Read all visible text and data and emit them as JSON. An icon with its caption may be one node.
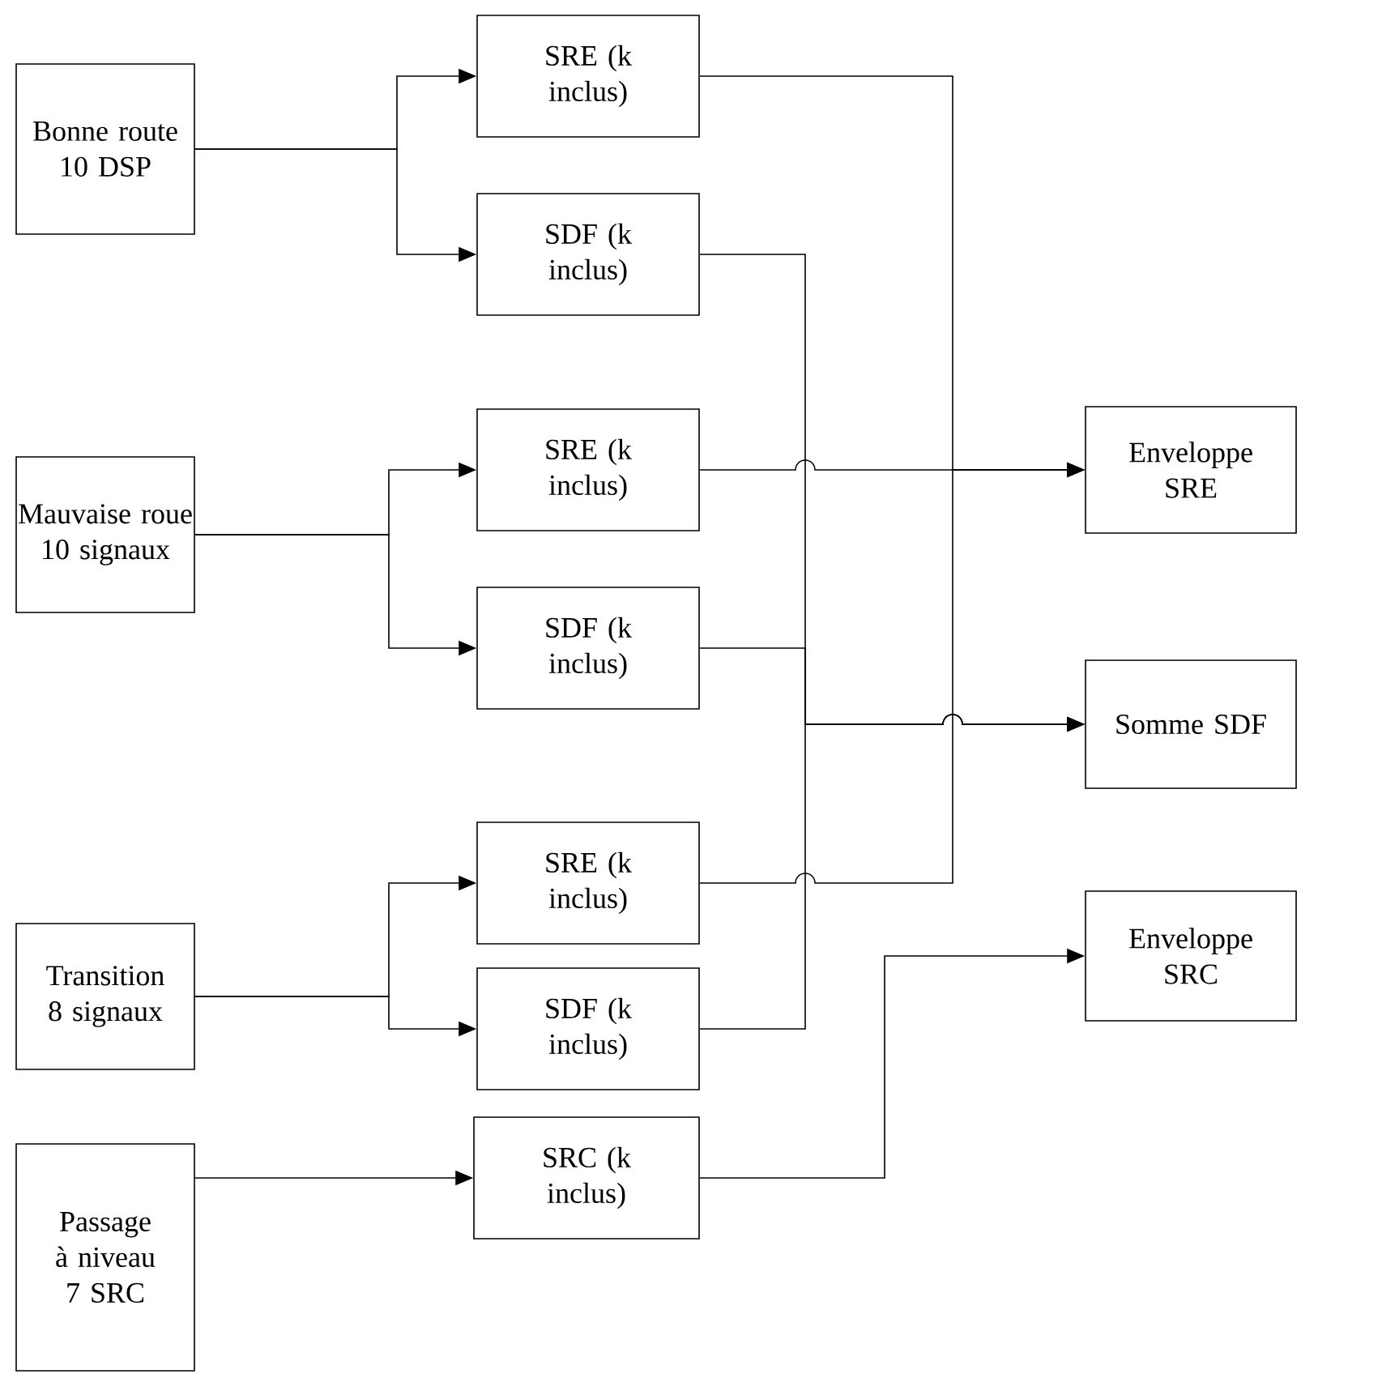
{
  "diagram": {
    "nodes": [
      {
        "text": [
          "Bonne route 10 DSP"
        ]
      },
      {
        "text": [
          "SRE (k inclus)"
        ]
      },
      {
        "text": [
          "SDF (k inclus)"
        ]
      },
      {
        "text": [
          "Mauvaise roue 10 signaux"
        ]
      },
      {
        "text": [
          "SRE (k inclus)"
        ]
      },
      {
        "text": [
          "SDF (k inclus)"
        ]
      },
      {
        "text": [
          "Transition 8 signaux"
        ]
      },
      {
        "text": [
          "SRE (k inclus)"
        ]
      },
      {
        "text": [
          "SDF (k inclus)"
        ]
      },
      {
        "text": [
          "Passage à niveau 7 SRC"
        ]
      },
      {
        "text": [
          "SRC (k inclus)"
        ]
      },
      {
        "text": [
          "Enveloppe SRE"
        ]
      },
      {
        "text": [
          "Somme SDF"
        ]
      },
      {
        "text": [
          "Enveloppe SRC"
        ]
      }
    ],
    "edges": [
      {
        "from": 0,
        "to": 1,
        "arrow": "to"
      },
      {
        "from": 0,
        "to": 2,
        "arrow": "to"
      },
      {
        "from": 3,
        "to": 4,
        "arrow": "to"
      },
      {
        "from": 3,
        "to": 5,
        "arrow": "to"
      },
      {
        "from": 6,
        "to": 7,
        "arrow": "to"
      },
      {
        "from": 6,
        "to": 8,
        "arrow": "to"
      },
      {
        "from": 9,
        "to": 10,
        "arrow": "to"
      },
      {
        "from": 1,
        "to": 11,
        "arrow": "to"
      },
      {
        "from": 4,
        "to": 11,
        "arrow": "to"
      },
      {
        "from": 7,
        "to": 11,
        "arrow": "to"
      },
      {
        "from": 2,
        "to": 12,
        "arrow": "to"
      },
      {
        "from": 5,
        "to": 12,
        "arrow": "to"
      },
      {
        "from": 8,
        "to": 12,
        "arrow": "to"
      },
      {
        "from": 10,
        "to": 13,
        "arrow": "to"
      }
    ]
  }
}
